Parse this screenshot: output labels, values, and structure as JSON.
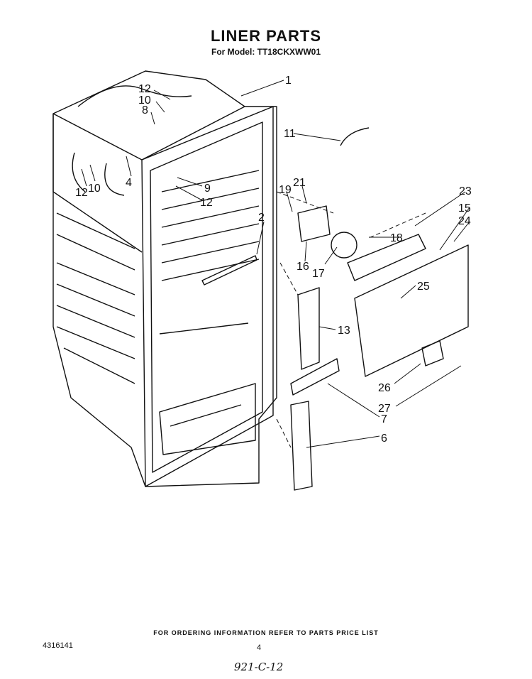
{
  "header": {
    "title": "LINER PARTS",
    "subtitle": "For Model: TT18CKXWW01"
  },
  "callouts": [
    {
      "id": "c1",
      "label": "1"
    },
    {
      "id": "c2",
      "label": "2"
    },
    {
      "id": "c4",
      "label": "4"
    },
    {
      "id": "c6",
      "label": "6"
    },
    {
      "id": "c7",
      "label": "7"
    },
    {
      "id": "c8",
      "label": "8"
    },
    {
      "id": "c9",
      "label": "9"
    },
    {
      "id": "c10a",
      "label": "10"
    },
    {
      "id": "c10b",
      "label": "10"
    },
    {
      "id": "c11",
      "label": "11"
    },
    {
      "id": "c12a",
      "label": "12"
    },
    {
      "id": "c12b",
      "label": "12"
    },
    {
      "id": "c12c",
      "label": "12"
    },
    {
      "id": "c13",
      "label": "13"
    },
    {
      "id": "c15",
      "label": "15"
    },
    {
      "id": "c16",
      "label": "16"
    },
    {
      "id": "c17",
      "label": "17"
    },
    {
      "id": "c18",
      "label": "18"
    },
    {
      "id": "c19",
      "label": "19"
    },
    {
      "id": "c21",
      "label": "21"
    },
    {
      "id": "c23",
      "label": "23"
    },
    {
      "id": "c24",
      "label": "24"
    },
    {
      "id": "c25",
      "label": "25"
    },
    {
      "id": "c26",
      "label": "26"
    },
    {
      "id": "c27",
      "label": "27"
    }
  ],
  "footer": {
    "ordering_note": "FOR ORDERING INFORMATION REFER TO PARTS PRICE LIST",
    "doc_number": "4316141",
    "page_number": "4",
    "handwritten_note": "921-C-12"
  }
}
